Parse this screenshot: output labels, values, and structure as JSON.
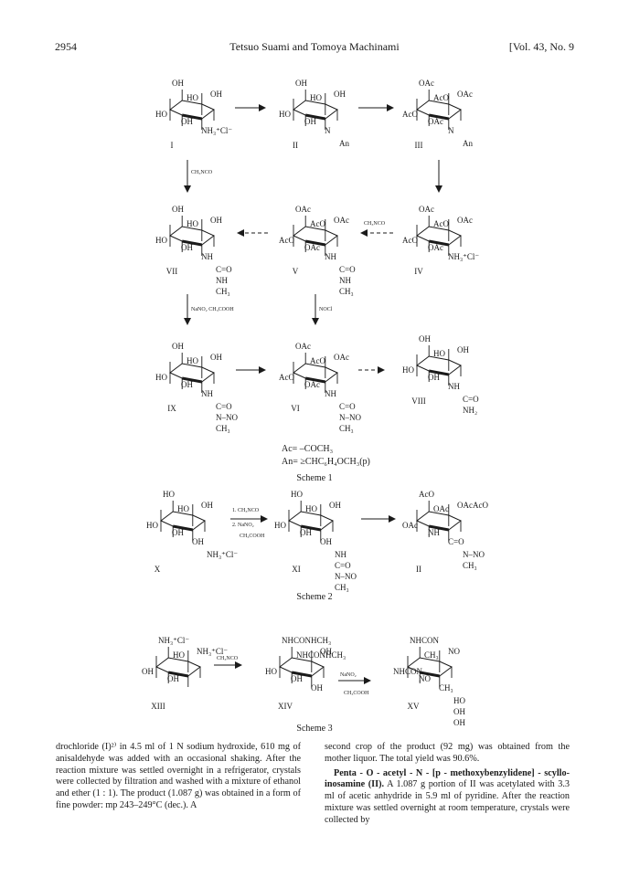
{
  "header": {
    "page_number": "2954",
    "authors": "Tetsuo Suami and Tomoya Machinami",
    "volume": "[Vol. 43, No. 9"
  },
  "scheme1": {
    "caption": "Scheme 1",
    "compounds": {
      "I": {
        "numeral": "I",
        "labels": [
          "OH",
          "OH",
          "HO",
          "HO",
          "OH",
          "NH₃⁺Cl⁻"
        ]
      },
      "II": {
        "numeral": "II",
        "labels": [
          "OH",
          "OH",
          "HO",
          "HO",
          "OH",
          "N",
          "An"
        ]
      },
      "III": {
        "numeral": "III",
        "labels": [
          "OAc",
          "OAc",
          "AcO",
          "AcO",
          "OAc",
          "N",
          "An"
        ]
      },
      "IV": {
        "numeral": "IV",
        "labels": [
          "OAc",
          "OAc",
          "AcO",
          "AcO",
          "OAc",
          "NH₃⁺Cl⁻"
        ]
      },
      "V": {
        "numeral": "V",
        "labels": [
          "OAc",
          "OAc",
          "AcO",
          "AcO",
          "OAc",
          "NH",
          "C=O",
          "NH",
          "CH₃"
        ]
      },
      "VI": {
        "numeral": "VI",
        "labels": [
          "OAc",
          "OAc",
          "AcO",
          "AcO",
          "OAc",
          "NH",
          "C=O",
          "N–NO",
          "CH₃"
        ]
      },
      "VII": {
        "numeral": "VII",
        "labels": [
          "OH",
          "OH",
          "HO",
          "HO",
          "OH",
          "NH",
          "C=O",
          "NH",
          "CH₃"
        ]
      },
      "VIII": {
        "numeral": "VIII",
        "labels": [
          "OH",
          "OH",
          "HO",
          "HO",
          "OH",
          "NH",
          "C=O",
          "NH₂"
        ]
      },
      "IX": {
        "numeral": "IX",
        "labels": [
          "OH",
          "OH",
          "HO",
          "HO",
          "OH",
          "NH",
          "C=O",
          "N–NO",
          "CH₃"
        ]
      }
    },
    "reagents": {
      "I_to_VII": "CH₃NCO",
      "IV_to_V": "CH₃NCO",
      "VII_to_IX": "NaNO₂ CH₃COOH",
      "V_to_VI": "NOCl"
    },
    "legend": {
      "ac": "Ac= –COCH₃",
      "an": "An= ≥CHC₆H₄OCH₃(p)"
    }
  },
  "scheme2": {
    "caption": "Scheme 2",
    "compounds": {
      "X": {
        "numeral": "X",
        "labels": [
          "HO",
          "OH",
          "HO",
          "HO",
          "OH",
          "OH",
          "NH₃⁺Cl⁻"
        ]
      },
      "XI": {
        "numeral": "XI",
        "labels": [
          "HO",
          "OH",
          "HO",
          "HO",
          "OH",
          "OH",
          "NH",
          "C=O",
          "N–NO",
          "CH₃"
        ]
      },
      "II": {
        "numeral": "II",
        "labels": [
          "AcO",
          "OAcAcO",
          "OAc",
          "OAc",
          "NH",
          "C=O",
          "N–NO",
          "CH₃"
        ]
      }
    },
    "reagents": {
      "step1": "1. CH₃NCO",
      "step2": "2. NaNO₂",
      "step3": "CH₃COOH"
    }
  },
  "scheme3": {
    "caption": "Scheme 3",
    "compounds": {
      "XIII": {
        "numeral": "XIII",
        "labels": [
          "NH₃⁺Cl⁻",
          "NH₃⁺Cl⁻",
          "HO",
          "OH",
          "OH"
        ]
      },
      "XIV": {
        "numeral": "XIV",
        "labels": [
          "NHCONHCH₃",
          "OH",
          "NHCONHCH₃",
          "HO",
          "OH",
          "OH"
        ]
      },
      "XV": {
        "numeral": "XV",
        "labels": [
          "NHCON",
          "NO",
          "CH₃",
          "NHCON",
          "NO",
          "CH₃",
          "HO",
          "OH",
          "OH"
        ]
      }
    },
    "reagents": {
      "step1": "CH₃NCO",
      "step2": "NaNO₂",
      "step3": "CH₃COOH"
    }
  },
  "body": {
    "left_column": "drochloride (I)²⁾ in 4.5 ml of 1 N sodium hydroxide, 610 mg of anisaldehyde was added with an occasional shaking. After the reaction mixture was settled overnight in a refrigerator, crystals were collected by filtration and washed with a mixture of ethanol and ether (1 : 1). The product (1.087 g) was obtained in a form of fine powder: mp 243–249°C (dec.). A",
    "right_column_p1": "second crop of the product (92 mg) was obtained from the mother liquor. The total yield was 90.6%.",
    "right_column_heading": "Penta - O - acetyl - N - [p - methoxybenzylidene] - scyllo-inosamine (II).",
    "right_column_p2": "A 1.087 g portion of II was acetylated with 3.3 ml of acetic anhydride in 5.9 ml of pyridine. After the reaction mixture was settled overnight at room temperature, crystals were collected by"
  }
}
